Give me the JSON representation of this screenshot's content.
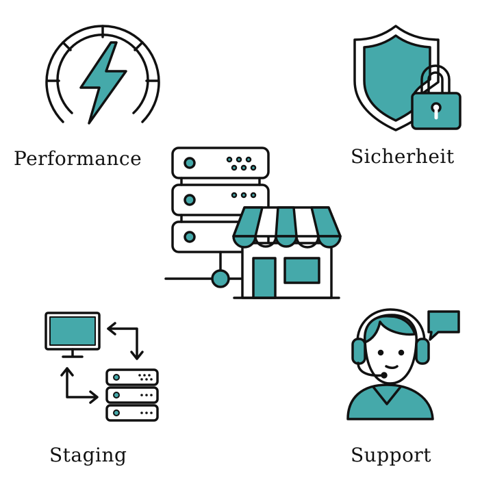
{
  "colors": {
    "accent": "#45a9aa",
    "stroke": "#111111",
    "background": "#ffffff"
  },
  "features": [
    {
      "label": "Performance",
      "icon": "speedometer-lightning-icon"
    },
    {
      "label": "Sicherheit",
      "icon": "shield-lock-icon"
    },
    {
      "label": "Staging",
      "icon": "monitor-server-sync-icon"
    },
    {
      "label": "Support",
      "icon": "headset-agent-icon"
    }
  ],
  "center_icon": "server-shop-icon"
}
